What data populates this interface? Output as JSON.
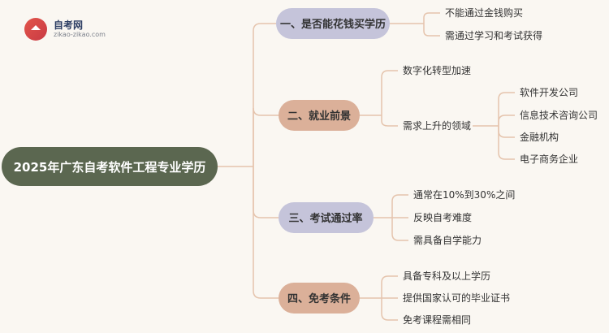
{
  "logo": {
    "name": "自考网",
    "domain": "zikao-zikao.com"
  },
  "colors": {
    "root_bg": "#5b6750",
    "line": "#e5c4ad",
    "branch_1_bg": "#c5c4da",
    "branch_2_bg": "#dbb099",
    "branch_3_bg": "#c5c4da",
    "branch_4_bg": "#dbb099",
    "text_dark": "#333333",
    "text_light": "#ffffff"
  },
  "root": {
    "label": "2025年广东自考软件工程专业学历"
  },
  "branches": [
    {
      "label": "一、是否能花钱买学历",
      "children": [
        {
          "label": "不能通过金钱购买",
          "children": []
        },
        {
          "label": "需通过学习和考试获得",
          "children": []
        }
      ]
    },
    {
      "label": "二、就业前景",
      "children": [
        {
          "label": "数字化转型加速",
          "children": []
        },
        {
          "label": "需求上升的领域",
          "children": [
            "软件开发公司",
            "信息技术咨询公司",
            "金融机构",
            "电子商务企业"
          ]
        }
      ]
    },
    {
      "label": "三、考试通过率",
      "children": [
        {
          "label": "通常在10%到30%之间",
          "children": []
        },
        {
          "label": "反映自考难度",
          "children": []
        },
        {
          "label": "需具备自学能力",
          "children": []
        }
      ]
    },
    {
      "label": "四、免考条件",
      "children": [
        {
          "label": "具备专科及以上学历",
          "children": []
        },
        {
          "label": "提供国家认可的毕业证书",
          "children": []
        },
        {
          "label": "免考课程需相同",
          "children": []
        }
      ]
    }
  ]
}
